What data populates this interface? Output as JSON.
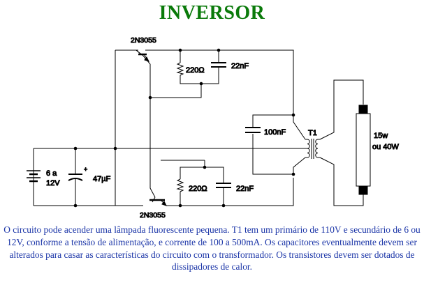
{
  "title": "INVERSOR",
  "colors": {
    "title": "#0a7a0a",
    "caption": "#1c36a8",
    "wire": "#000000"
  },
  "schematic": {
    "transistor_top_label": "2N3055",
    "transistor_bottom_label": "2N3055",
    "resistor_top_label": "220Ω",
    "capacitor_top_label": "22nF",
    "resistor_bottom_label": "220Ω",
    "capacitor_bottom_label": "22nF",
    "capacitor_primary_label": "100nF",
    "transformer_label": "T1",
    "battery_label_line1": "6 a",
    "battery_label_line2": "12V",
    "electrolytic_label": "47µF",
    "electrolytic_plus": "+",
    "lamp_label_line1": "15w",
    "lamp_label_line2": "ou 40W"
  },
  "caption": "O circuito pode acender uma lâmpada fluorescente pequena. T1 tem um primário de 110V e secundário de 6 ou 12V, conforme a tensão de alimentação, e corrente de 100 a 500mA. Os capacitores eventualmente devem ser alterados para casar as características do circuito com o transformador. Os transistores devem ser dotados de dissipadores de calor."
}
